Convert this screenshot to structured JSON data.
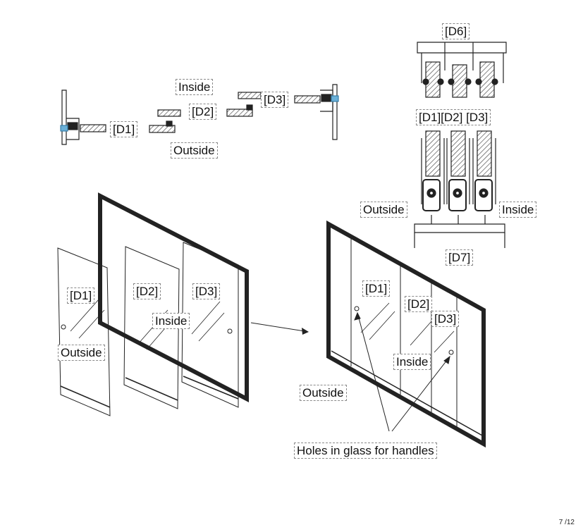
{
  "labels": {
    "top_inside": "Inside",
    "top_outside": "Outside",
    "top_d1": "[D1]",
    "top_d2": "[D2]",
    "top_d3": "[D3]",
    "d6": "[D6]",
    "d7": "[D7]",
    "right_d123": "[D1][D2] [D3]",
    "right_outside": "Outside",
    "right_inside": "Inside",
    "left_d1": "[D1]",
    "left_d2": "[D2]",
    "left_d3": "[D3]",
    "left_inside": "Inside",
    "left_outside": "Outside",
    "asm_d1": "[D1]",
    "asm_d2": "[D2]",
    "asm_d3": "[D3]",
    "asm_inside": "Inside",
    "asm_outside": "Outside",
    "holes": "Holes in glass for handles"
  },
  "page_number": "7 /12"
}
